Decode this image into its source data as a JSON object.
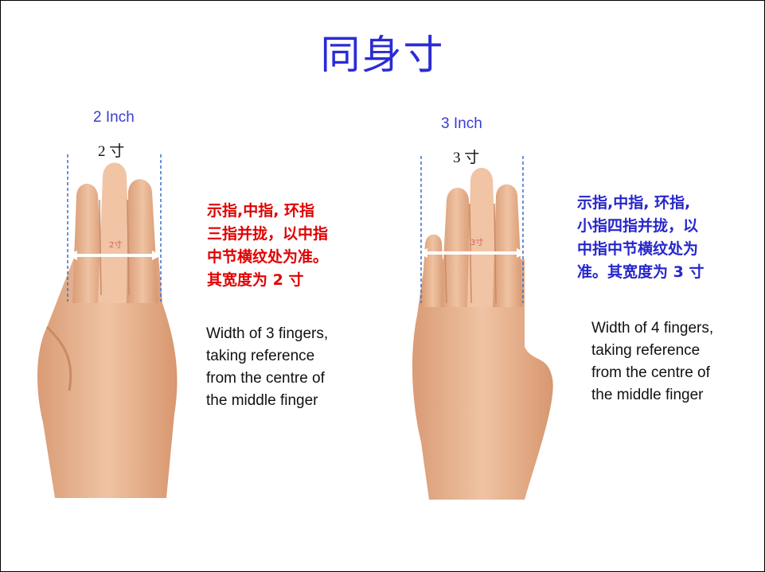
{
  "title": "同身寸",
  "left": {
    "inch_label": "2 Inch",
    "cun_label": "2 寸",
    "finger_mark": "2寸",
    "chinese_desc": "示指,中指, 环指\n三指并拢，以中指\n中节横纹处为准。\n其宽度为 2 寸",
    "english_desc": "Width of 3 fingers,\ntaking reference\nfrom the centre of\nthe middle finger"
  },
  "right": {
    "inch_label": "3 Inch",
    "cun_label": "3 寸",
    "finger_mark": "3寸",
    "chinese_desc": "示指,中指, 环指,\n小指四指并拢，以\n中指中节横纹处为\n准。其宽度为 3 寸",
    "english_desc": "Width of 4 fingers,\ntaking reference\nfrom the centre of\nthe middle finger"
  },
  "colors": {
    "title": "#2b2bd6",
    "inch_label": "#3b3bd6",
    "red_text": "#e00000",
    "blue_text": "#2626cc",
    "skin": "#e8b38f",
    "guide_line": "#3b6fd0"
  }
}
